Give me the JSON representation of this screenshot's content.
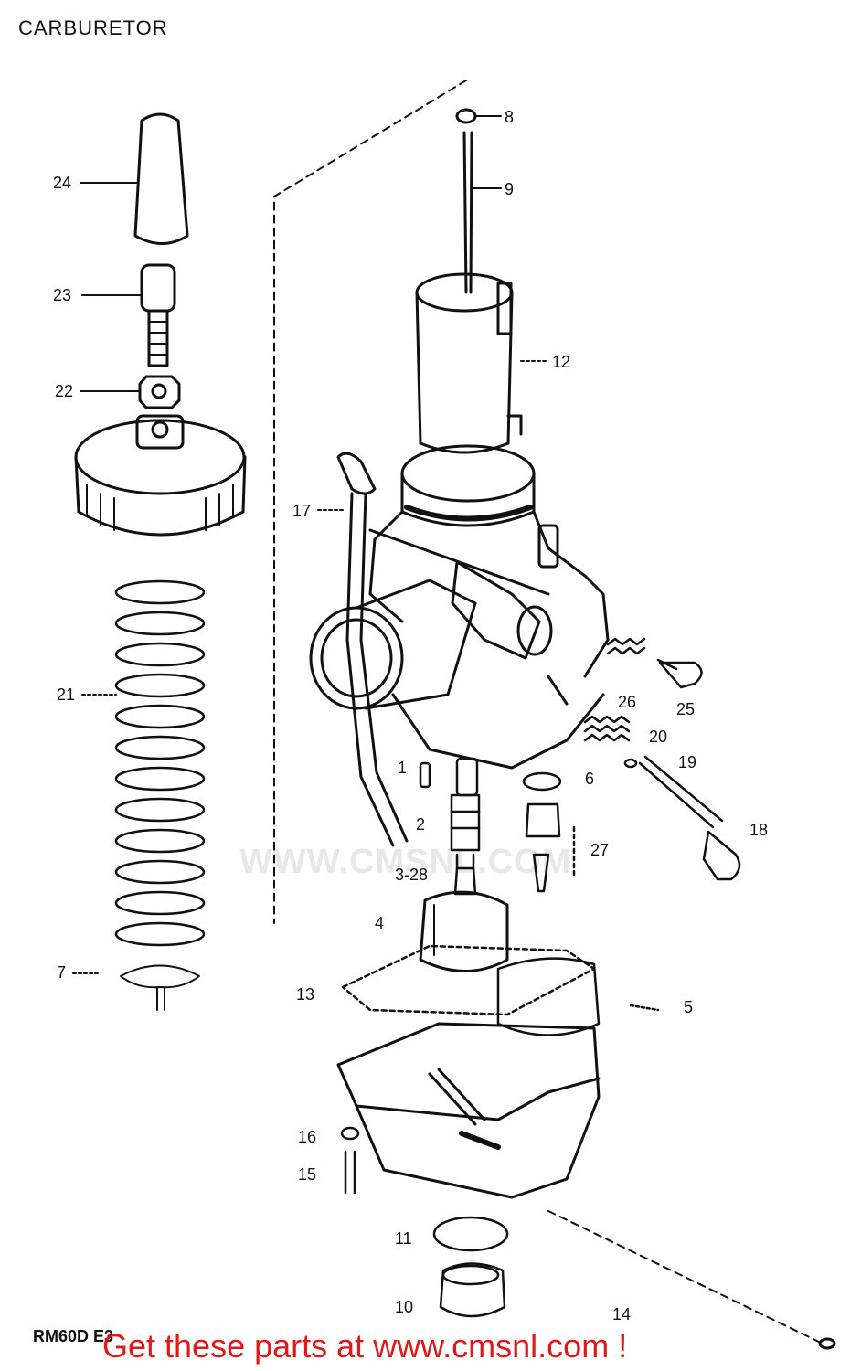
{
  "title": "CARBURETOR",
  "model": "RM60D E3",
  "watermark": "WWW.CMSNL.COM",
  "footer": "Get these parts at www.cmsnl.com !",
  "colors": {
    "ink": "#111111",
    "footer": "#e01818",
    "watermark": "#e8e8e8"
  },
  "callouts": {
    "c1": "1",
    "c2": "2",
    "c3_28": "3-28",
    "c4": "4",
    "c5": "5",
    "c6": "6",
    "c7": "7",
    "c8": "8",
    "c9": "9",
    "c10": "10",
    "c11": "11",
    "c12": "12",
    "c13": "13",
    "c14": "14",
    "c15": "15",
    "c16": "16",
    "c17": "17",
    "c18": "18",
    "c19": "19",
    "c20": "20",
    "c21": "21",
    "c22": "22",
    "c23": "23",
    "c24": "24",
    "c25": "25",
    "c26": "26",
    "c27": "27"
  }
}
